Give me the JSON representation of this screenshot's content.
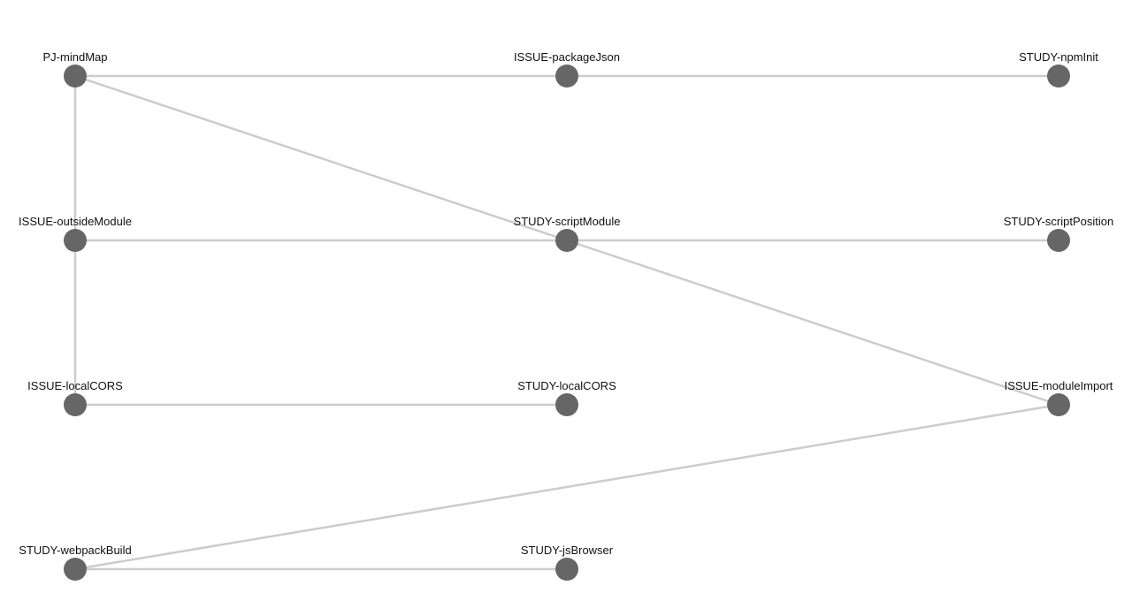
{
  "graph": {
    "colors": {
      "edge": "#cccccc",
      "node": "#666666",
      "label": "#111111",
      "background": "#ffffff"
    },
    "nodes": [
      {
        "id": "PJ-mindMap",
        "label": "PJ-mindMap"
      },
      {
        "id": "ISSUE-packageJson",
        "label": "ISSUE-packageJson"
      },
      {
        "id": "STUDY-npmInit",
        "label": "STUDY-npmInit"
      },
      {
        "id": "ISSUE-outsideModule",
        "label": "ISSUE-outsideModule"
      },
      {
        "id": "STUDY-scriptModule",
        "label": "STUDY-scriptModule"
      },
      {
        "id": "STUDY-scriptPosition",
        "label": "STUDY-scriptPosition"
      },
      {
        "id": "ISSUE-localCORS",
        "label": "ISSUE-localCORS"
      },
      {
        "id": "STUDY-localCORS",
        "label": "STUDY-localCORS"
      },
      {
        "id": "ISSUE-moduleImport",
        "label": "ISSUE-moduleImport"
      },
      {
        "id": "STUDY-webpackBuild",
        "label": "STUDY-webpackBuild"
      },
      {
        "id": "STUDY-jsBrowser",
        "label": "STUDY-jsBrowser"
      }
    ],
    "edges": [
      {
        "source": "PJ-mindMap",
        "target": "ISSUE-packageJson"
      },
      {
        "source": "ISSUE-packageJson",
        "target": "STUDY-npmInit"
      },
      {
        "source": "PJ-mindMap",
        "target": "ISSUE-outsideModule"
      },
      {
        "source": "PJ-mindMap",
        "target": "STUDY-scriptModule"
      },
      {
        "source": "ISSUE-outsideModule",
        "target": "STUDY-scriptModule"
      },
      {
        "source": "STUDY-scriptModule",
        "target": "STUDY-scriptPosition"
      },
      {
        "source": "STUDY-scriptModule",
        "target": "ISSUE-moduleImport"
      },
      {
        "source": "ISSUE-outsideModule",
        "target": "ISSUE-localCORS"
      },
      {
        "source": "ISSUE-localCORS",
        "target": "STUDY-localCORS"
      },
      {
        "source": "ISSUE-moduleImport",
        "target": "STUDY-webpackBuild"
      },
      {
        "source": "STUDY-webpackBuild",
        "target": "STUDY-jsBrowser"
      }
    ]
  }
}
